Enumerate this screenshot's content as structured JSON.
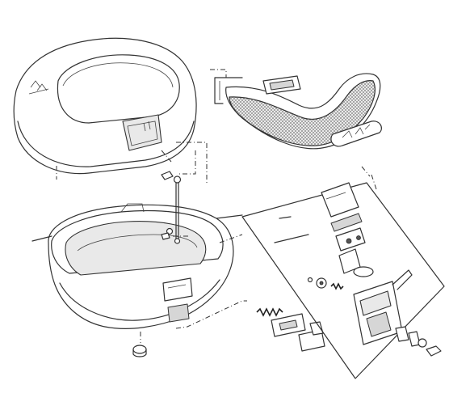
{
  "diagram": {
    "parts": [
      "lid",
      "lid-badge",
      "rear-reflector-mesh",
      "reflector-logo-plate",
      "reflector-top-clip",
      "base-shell",
      "base-inner-plate",
      "hinge-rod",
      "hinge-nut",
      "lock-detail-panel",
      "lock-latch-plate",
      "lock-cylinder-key",
      "latch-spring",
      "hook-block",
      "foot-pad"
    ]
  },
  "colors": {
    "stroke": "#333333",
    "panel_fill": "#e9e9e9",
    "mesh": "#777777"
  }
}
